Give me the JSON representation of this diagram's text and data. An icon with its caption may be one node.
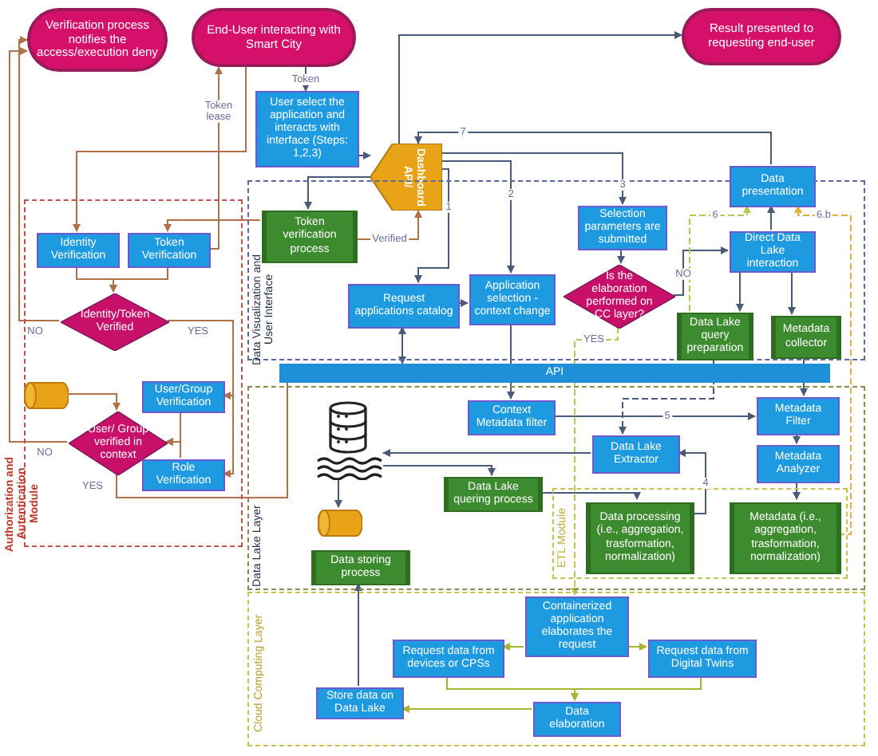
{
  "diagram": {
    "nodes": [
      {
        "text": [
          "Verification process notifies the access/execution deny"
        ]
      },
      {
        "text": [
          "End-User interacting with Smart City"
        ]
      },
      {
        "text": [
          "Result presented to requesting end-user"
        ]
      },
      {
        "text": [
          "User select the application and interacts with interface (Steps: 1,2,3)"
        ]
      },
      {
        "text": [
          "API/ Dashboard"
        ]
      },
      {
        "text": [
          "Authorization and Autentication Module"
        ]
      },
      {
        "text": [
          "Identity Verification"
        ],
        "in": 5
      },
      {
        "text": [
          "Token Verification"
        ],
        "in": 5
      },
      {
        "text": [
          "Identity/Token Verified"
        ],
        "in": 5
      },
      {
        "text": [],
        "shape": "cylinder",
        "in": 5
      },
      {
        "text": [
          "User/Group Verification"
        ],
        "in": 5
      },
      {
        "text": [
          "User/ Group verified in context"
        ],
        "in": 5
      },
      {
        "text": [
          "Role Verification"
        ],
        "in": 5
      },
      {
        "text": [
          "Data Visualization and User Interface"
        ]
      },
      {
        "text": [
          "Token verification process"
        ],
        "in": 13
      },
      {
        "text": [
          "Request applications catalog"
        ],
        "in": 13
      },
      {
        "text": [
          "Application selection - context change"
        ],
        "in": 13
      },
      {
        "text": [
          "Selection parameters are submitted"
        ],
        "in": 13
      },
      {
        "text": [
          "Is the elaboration performed on CC layer?"
        ],
        "in": 13
      },
      {
        "text": [
          "Data presentation"
        ],
        "in": 13
      },
      {
        "text": [
          "Direct Data Lake interaction"
        ],
        "in": 13
      },
      {
        "text": [
          "Data Lake query preparation"
        ],
        "in": 13
      },
      {
        "text": [
          "Metadata collector"
        ],
        "in": 13
      },
      {
        "text": [
          "Data Lake Layer"
        ]
      },
      {
        "text": [
          "API"
        ]
      },
      {
        "text": [],
        "shape": "picture",
        "in": 23
      },
      {
        "text": [
          "Context Metadata filter"
        ],
        "in": 23
      },
      {
        "text": [
          "Data Lake Extractor"
        ],
        "in": 23
      },
      {
        "text": [
          "Metadata Filter"
        ],
        "in": 23
      },
      {
        "text": [
          "Metadata Analyzer"
        ],
        "in": 23
      },
      {
        "text": [
          "Data Lake quering process"
        ],
        "in": 23
      },
      {
        "text": [],
        "shape": "cylinder",
        "in": 23
      },
      {
        "text": [
          "Data storing process"
        ],
        "in": 23
      },
      {
        "text": [
          "ETL Module"
        ],
        "in": 23
      },
      {
        "text": [
          "Data processing (i.e., aggregation, trasformation, normalization)"
        ],
        "in": 33
      },
      {
        "text": [
          "Metadata (i.e., aggregation, trasformation, normalization)"
        ],
        "in": 33
      },
      {
        "text": [
          "Cloud Computing Layer"
        ]
      },
      {
        "text": [
          "Containerized application elaborates the request"
        ],
        "in": 36
      },
      {
        "text": [
          "Request data from devices or CPSs"
        ],
        "in": 36
      },
      {
        "text": [
          "Request data from Digital Twins"
        ],
        "in": 36
      },
      {
        "text": [
          "Store data on Data Lake"
        ],
        "in": 36
      },
      {
        "text": [
          "Data elaboration"
        ],
        "in": 36
      }
    ],
    "edges": [
      {
        "from": 1,
        "to": 3,
        "arrow": "to",
        "label": "Token"
      },
      {
        "from": 1,
        "to": 6,
        "arrow": "to",
        "color": "#b0704a"
      },
      {
        "from": 7,
        "to": 1,
        "arrow": "to",
        "label": "Token lease",
        "color": "#b0704a"
      },
      {
        "from": 3,
        "to": 4,
        "arrow": "to"
      },
      {
        "from": 4,
        "to": 14,
        "arrow": "to"
      },
      {
        "from": 14,
        "to": 4,
        "arrow": "to",
        "label": "Verified",
        "color": "#b0704a"
      },
      {
        "from": 14,
        "to": 7,
        "arrow": "to",
        "color": "#b0704a"
      },
      {
        "from": 6,
        "to": 8,
        "arrow": "to",
        "color": "#b0704a"
      },
      {
        "from": 7,
        "to": 8,
        "arrow": "to",
        "color": "#b0704a"
      },
      {
        "from": 8,
        "to": 0,
        "arrow": "to",
        "label": "NO",
        "color": "#b0704a"
      },
      {
        "from": 8,
        "to": 10,
        "arrow": "to",
        "label": "YES",
        "color": "#b0704a"
      },
      {
        "from": 8,
        "to": 12,
        "arrow": "to",
        "color": "#b0704a"
      },
      {
        "from": 9,
        "to": 11,
        "arrow": "to",
        "color": "#b0704a"
      },
      {
        "from": 10,
        "to": 11,
        "arrow": "to",
        "color": "#b0704a"
      },
      {
        "from": 12,
        "to": 11,
        "arrow": "to",
        "color": "#b0704a"
      },
      {
        "from": 11,
        "to": 0,
        "arrow": "to",
        "label": "NO",
        "color": "#b0704a"
      },
      {
        "from": 11,
        "to": 24,
        "arrow": "none",
        "label": "YES",
        "color": "#b0704a"
      },
      {
        "from": 4,
        "to": 15,
        "arrow": "to",
        "label": "1"
      },
      {
        "from": 4,
        "to": 16,
        "arrow": "to",
        "label": "2"
      },
      {
        "from": 4,
        "to": 17,
        "arrow": "to",
        "label": "3"
      },
      {
        "from": 19,
        "to": 4,
        "arrow": "to",
        "label": "7"
      },
      {
        "from": 4,
        "to": 2,
        "arrow": "to"
      },
      {
        "from": 15,
        "to": 24,
        "arrow": "both"
      },
      {
        "from": 15,
        "to": 16,
        "arrow": "to"
      },
      {
        "from": 16,
        "to": 26,
        "arrow": "to"
      },
      {
        "from": 17,
        "to": 18,
        "arrow": "to"
      },
      {
        "from": 18,
        "to": 20,
        "arrow": "to",
        "label": "NO"
      },
      {
        "from": 18,
        "to": 37,
        "arrow": "to",
        "label": "YES",
        "style": "dashed",
        "color": "#b8c850"
      },
      {
        "from": 20,
        "to": 19,
        "arrow": "to"
      },
      {
        "from": 20,
        "to": 21,
        "arrow": "to"
      },
      {
        "from": 20,
        "to": 22,
        "arrow": "to"
      },
      {
        "from": 21,
        "to": 19,
        "arrow": "to",
        "label": "6",
        "style": "dashed",
        "color": "#b8c850"
      },
      {
        "from": 35,
        "to": 19,
        "arrow": "to",
        "label": "6.b",
        "style": "dashed",
        "color": "#e0b040"
      },
      {
        "from": 21,
        "to": 27,
        "arrow": "to",
        "style": "dashed"
      },
      {
        "from": 22,
        "to": 28,
        "arrow": "to"
      },
      {
        "from": 28,
        "to": 29,
        "arrow": "to"
      },
      {
        "from": 29,
        "to": 35,
        "arrow": "to"
      },
      {
        "from": 26,
        "to": 28,
        "arrow": "to",
        "label": "5"
      },
      {
        "from": 27,
        "to": 25,
        "arrow": "to"
      },
      {
        "from": 25,
        "to": 30,
        "arrow": "to"
      },
      {
        "from": 25,
        "to": 31,
        "arrow": "to"
      },
      {
        "from": 30,
        "to": 34,
        "arrow": "to"
      },
      {
        "from": 34,
        "to": 27,
        "arrow": "to",
        "label": "4"
      },
      {
        "from": 40,
        "to": 32,
        "arrow": "to"
      },
      {
        "from": 37,
        "to": 38,
        "arrow": "to",
        "color": "#a8b430"
      },
      {
        "from": 37,
        "to": 39,
        "arrow": "to",
        "color": "#a8b430"
      },
      {
        "from": 38,
        "to": 41,
        "arrow": "to",
        "color": "#a8b430"
      },
      {
        "from": 39,
        "to": 41,
        "arrow": "to",
        "color": "#a8b430"
      },
      {
        "from": 41,
        "to": 40,
        "arrow": "to",
        "color": "#a8b430"
      }
    ]
  }
}
